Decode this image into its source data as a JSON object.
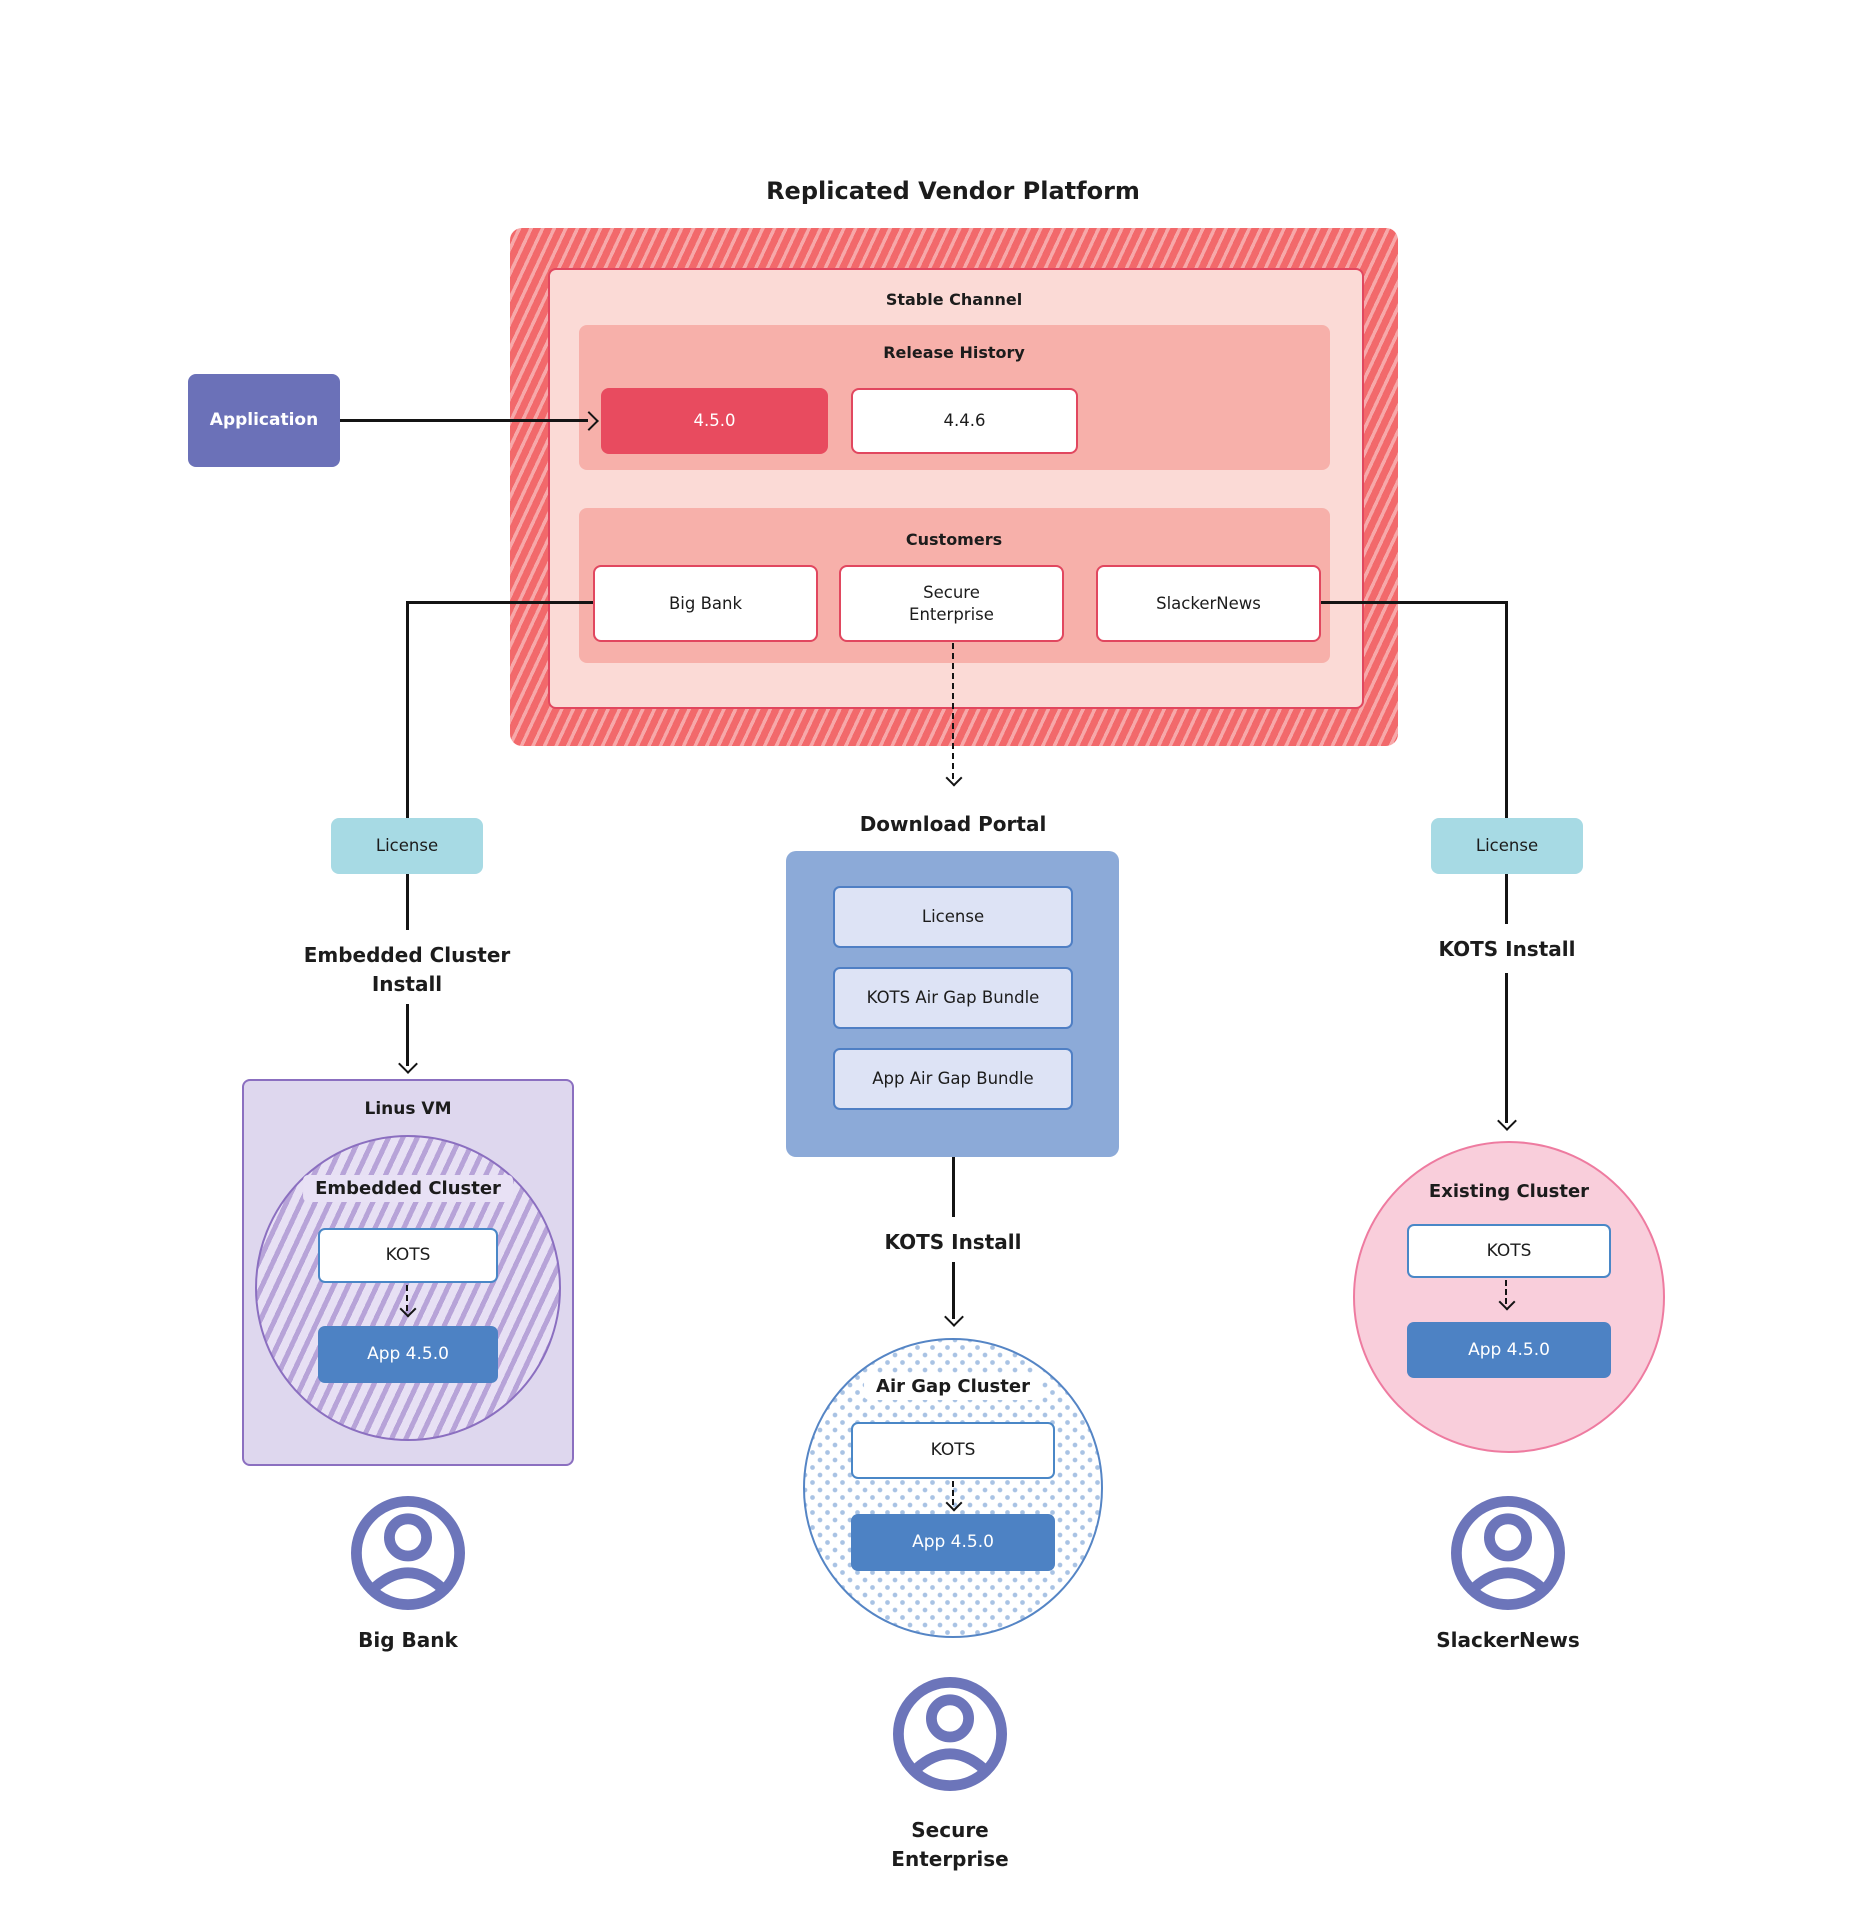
{
  "title": "Replicated Vendor Platform",
  "colors": {
    "platform_red": "#f2696b",
    "accent_red": "#e84b5f",
    "salmon": "#f7b0aa",
    "light_pink": "#fbdad6",
    "application_indigo": "#6b71b8",
    "license_cyan": "#a7dae4",
    "portal_blue": "#8caad8",
    "app_blue": "#4d82c4",
    "purple": "#8b6fc0",
    "pink": "#ee7ba0",
    "person_indigo": "#6c75ba"
  },
  "application": {
    "label": "Application"
  },
  "platform": {
    "stable_channel_label": "Stable Channel",
    "release_history": {
      "label": "Release History",
      "releases": [
        {
          "version": "4.5.0",
          "highlighted": true
        },
        {
          "version": "4.4.6",
          "highlighted": false
        }
      ]
    },
    "customers": {
      "label": "Customers",
      "items": [
        {
          "name": "Big Bank"
        },
        {
          "name": "Secure Enterprise"
        },
        {
          "name": "SlackerNews"
        }
      ]
    }
  },
  "branches": {
    "left": {
      "license_label": "License",
      "install_line1": "Embedded Cluster",
      "install_line2": "Install",
      "vm_label": "Linus VM",
      "cluster_label": "Embedded Cluster",
      "kots_label": "KOTS",
      "app_label": "App 4.5.0",
      "persona": "Big Bank"
    },
    "middle": {
      "portal_title": "Download Portal",
      "portal_items": [
        {
          "label": "License"
        },
        {
          "label": "KOTS Air Gap Bundle"
        },
        {
          "label": "App Air Gap Bundle"
        }
      ],
      "install_label": "KOTS Install",
      "cluster_label": "Air Gap Cluster",
      "kots_label": "KOTS",
      "app_label": "App 4.5.0",
      "persona_line1": "Secure",
      "persona_line2": "Enterprise"
    },
    "right": {
      "license_label": "License",
      "install_label": "KOTS Install",
      "cluster_label": "Existing Cluster",
      "kots_label": "KOTS",
      "app_label": "App 4.5.0",
      "persona": "SlackerNews"
    }
  }
}
